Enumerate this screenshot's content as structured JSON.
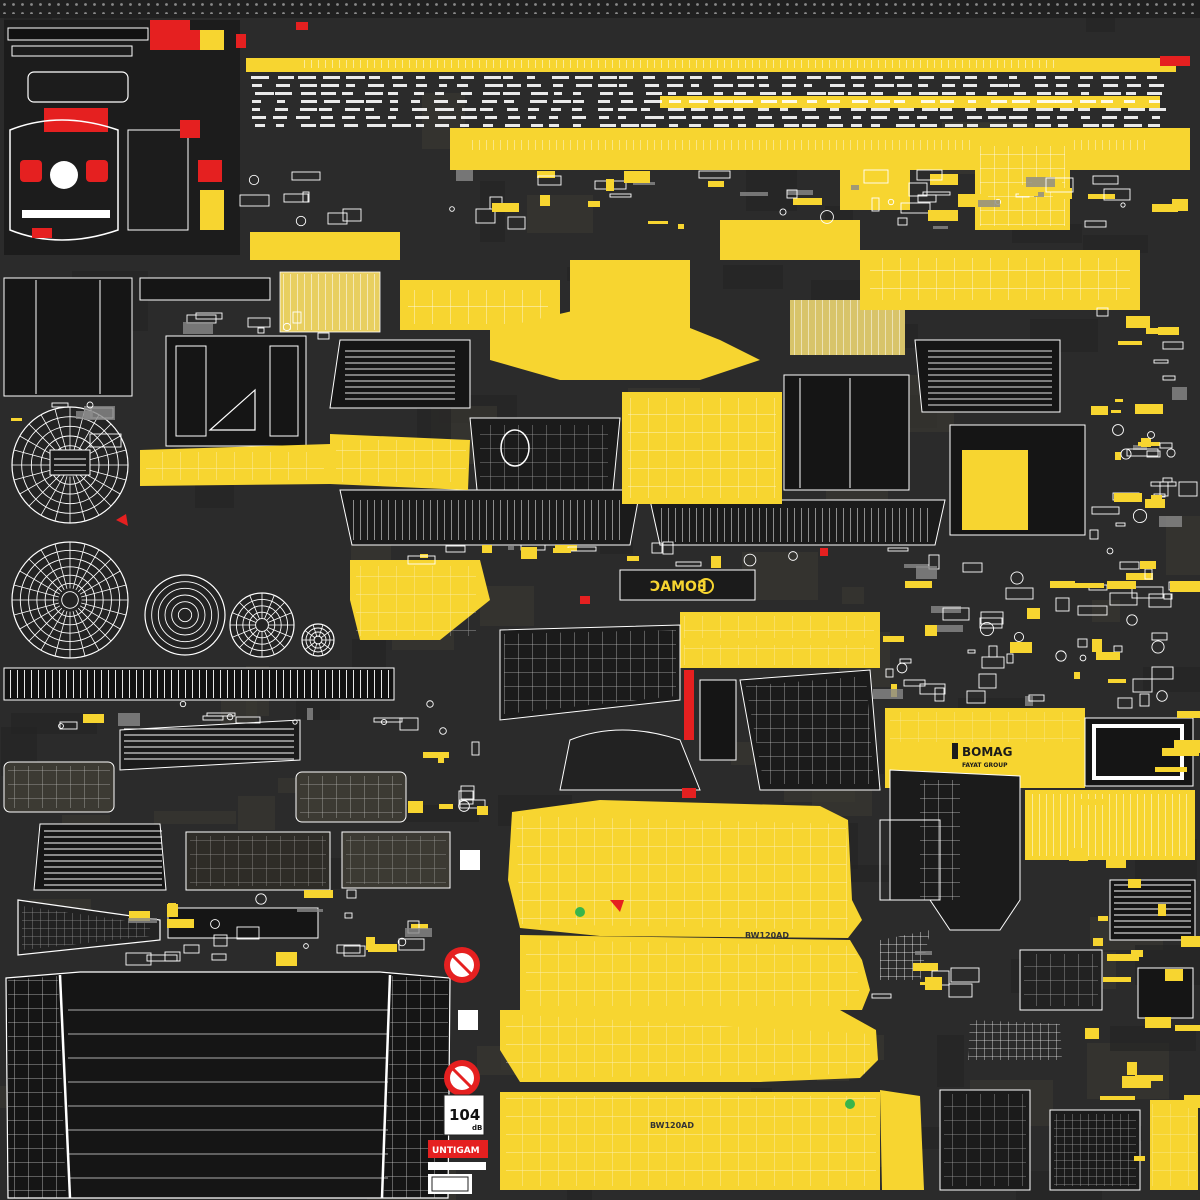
{
  "texture": {
    "kind": "uv-texture-atlas",
    "colors": {
      "background": "#2b2b2b",
      "panel": "#1a1a1a",
      "yellow": "#f7d530",
      "yellow_dark": "#d9b820",
      "wire": "#ffffff",
      "red": "#e52020",
      "grey": "#8a8a8a"
    }
  },
  "decals": {
    "bomag_mirrored": "ƆAMOƎ",
    "bomag": "BOMAG",
    "fayat_group": "FAYAT GROUP",
    "sticker_number": "104",
    "sticker_unit": "dB",
    "brand_strip": "UNTIGAM",
    "small_code_1": "BW120AD",
    "small_code_2": "BW120AD"
  }
}
